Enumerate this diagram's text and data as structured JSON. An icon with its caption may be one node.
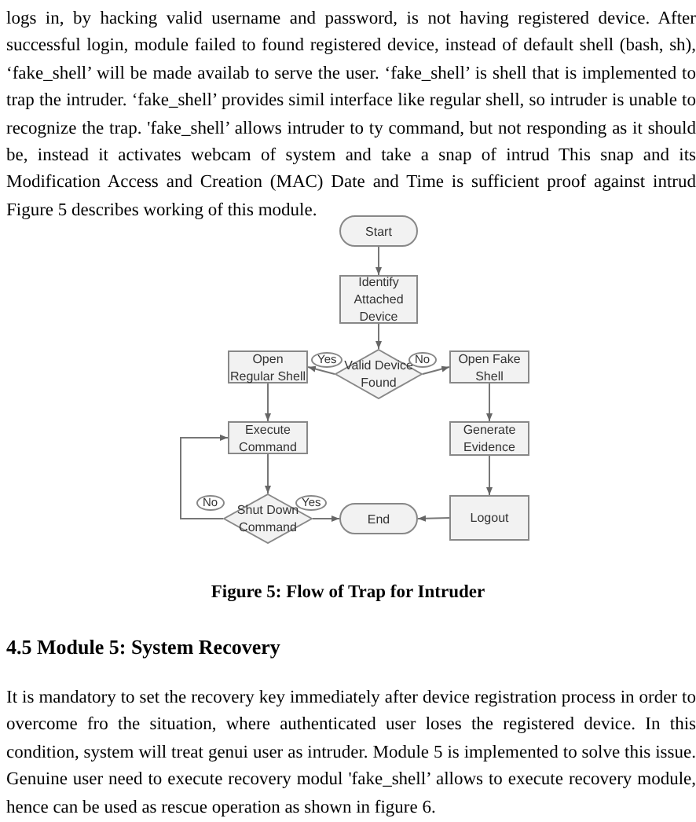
{
  "diagram": {
    "caption": "Figure 5: Flow of Trap for Intruder",
    "nodes": [
      {
        "text": [
          "Start"
        ]
      },
      {
        "text": [
          "Identify Attached Device"
        ]
      },
      {
        "text": [
          "Valid Device Found"
        ]
      },
      {
        "text": [
          "Open Regular Shell"
        ]
      },
      {
        "text": [
          "Open Fake Shell"
        ]
      },
      {
        "text": [
          "Execute Command"
        ]
      },
      {
        "text": [
          "Generate Evidence"
        ]
      },
      {
        "text": [
          "Shut Down Command"
        ]
      },
      {
        "text": [
          "End"
        ]
      },
      {
        "text": [
          "Logout"
        ]
      }
    ],
    "edges": [
      {
        "from": 0,
        "to": 1,
        "arrow": "to"
      },
      {
        "from": 1,
        "to": 2,
        "arrow": "to"
      },
      {
        "from": 2,
        "to": 3,
        "arrow": "to",
        "label": "Yes"
      },
      {
        "from": 2,
        "to": 4,
        "arrow": "to",
        "label": "No"
      },
      {
        "from": 3,
        "to": 5,
        "arrow": "to"
      },
      {
        "from": 4,
        "to": 6,
        "arrow": "to"
      },
      {
        "from": 6,
        "to": 9,
        "arrow": "to"
      },
      {
        "from": 5,
        "to": 7,
        "arrow": "to"
      },
      {
        "from": 7,
        "to": 8,
        "arrow": "to",
        "label": "Yes"
      },
      {
        "from": 9,
        "to": 8,
        "arrow": "to"
      },
      {
        "from": 7,
        "to": 5,
        "arrow": "to",
        "label": "No"
      }
    ],
    "labels": [
      "logs in, by hacking valid username and password, is not having registered device. After successful login, module failed to found registered device, instead of default shell (bash, sh), ‘fake_shell’ will be made availab to serve the user. ‘fake_shell’ is shell that is implemented to trap the intruder. ‘fake_shell’ provides simil interface like regular shell, so intruder is unable to recognize the trap. 'fake_shell’ allows intruder to ty command, but not responding as it should be, instead it activates webcam of system and take a snap of intrud This snap and its Modification Access and Creation (MAC) Date and Time is sufficient proof against intrud Figure 5 describes working of this module.",
      "4.5 Module 5: System Recovery",
      "It is mandatory to set the recovery key immediately after device registration process in order to overcome fro the situation, where authenticated user loses the registered device. In this condition, system will treat genui user as intruder. Module 5 is implemented to solve this issue. Genuine user need to execute recovery modul 'fake_shell’ allows to execute recovery module, hence can be used as rescue operation as shown in figure 6."
    ]
  }
}
